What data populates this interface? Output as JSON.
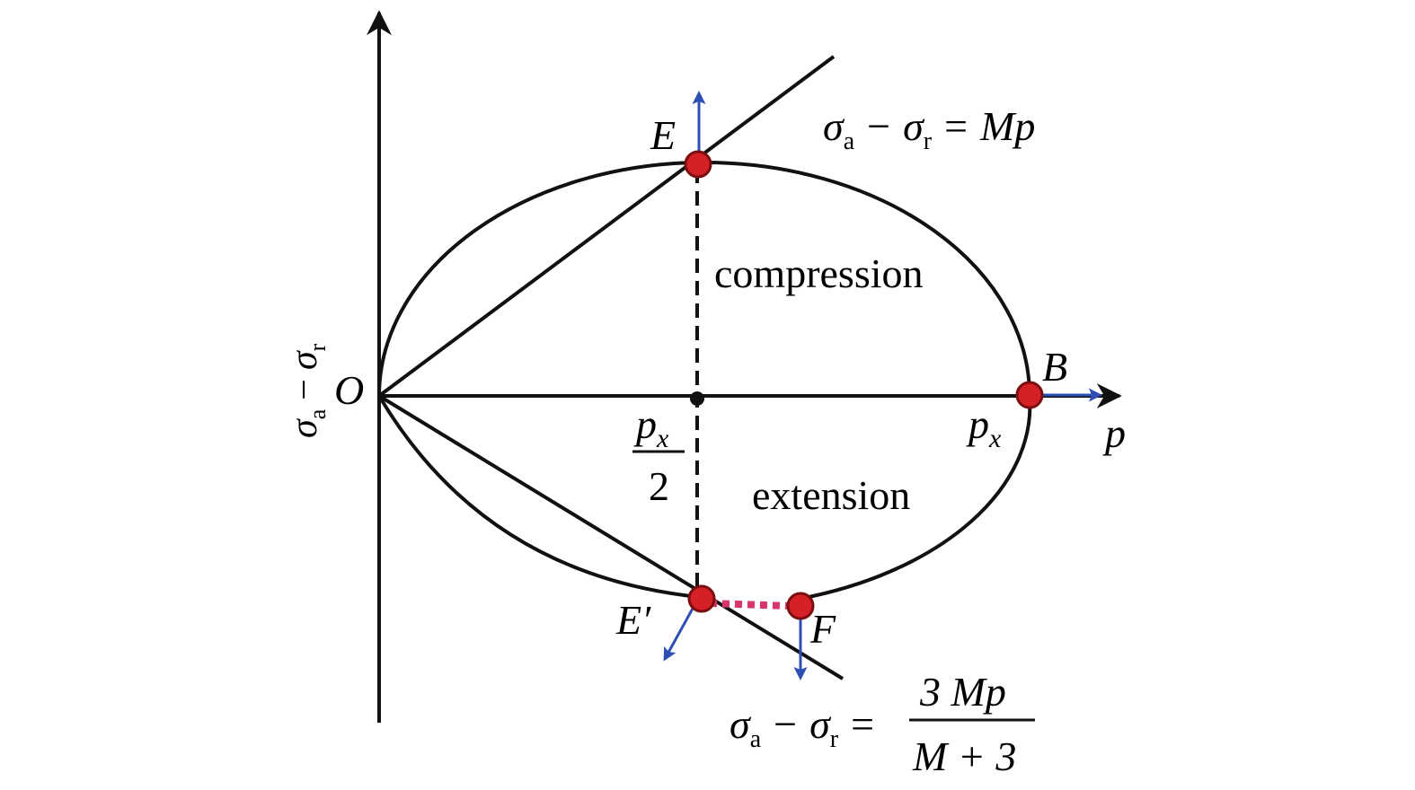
{
  "axes": {
    "vertical_label": {
      "sigma": "σ",
      "sub_a": "a",
      "minus": "−",
      "sub_r": "r"
    },
    "horizontal_label": "p"
  },
  "points": {
    "origin": "O",
    "E": "E",
    "B": "B",
    "E_prime": "E′",
    "F": "F"
  },
  "tick_labels": {
    "px_half_numerator": {
      "p": "p",
      "sub": "x"
    },
    "px_half_denominator": "2",
    "px": {
      "p": "p",
      "sub": "x"
    }
  },
  "regions": {
    "upper": "compression",
    "lower": "extension"
  },
  "equations": {
    "compression_line": {
      "sigma": "σ",
      "sub_a": "a",
      "minus": "−",
      "sub_r": "r",
      "eq": "=",
      "rhs": "Mp"
    },
    "extension_line": {
      "sigma": "σ",
      "sub_a": "a",
      "minus": "−",
      "sub_r": "r",
      "eq": "=",
      "numerator": "3 Mp",
      "denominator": "M + 3"
    }
  },
  "colors": {
    "axis": "#111111",
    "point_fill": "#d62028",
    "point_stroke": "#7a0e10",
    "vector_arrow": "#2d4fb3",
    "dashed_link": "#d8356e"
  }
}
